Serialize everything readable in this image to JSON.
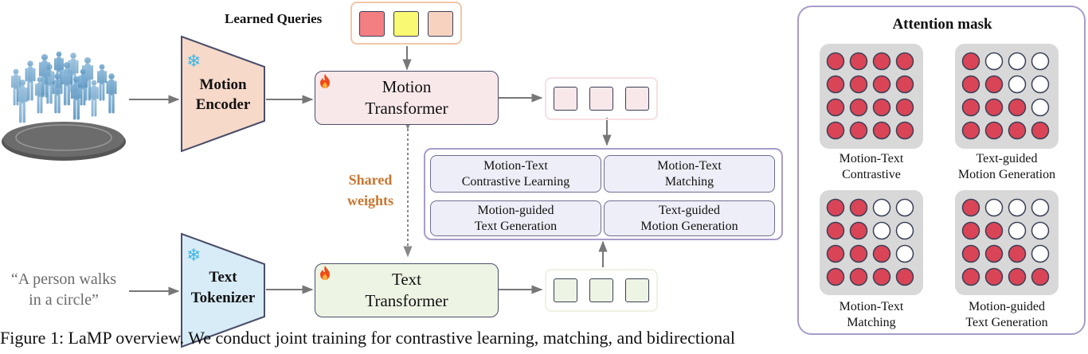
{
  "inputs": {
    "text_prompt": "“A person walks\nin a circle”"
  },
  "queries": {
    "label": "Learned Queries",
    "colors": [
      "#f47f83",
      "#f9f974",
      "#f7d3bf"
    ]
  },
  "encoders": {
    "motion": {
      "label": "Motion\nEncoder",
      "fill": "#f7d9c9",
      "icon": "snowflake-icon"
    },
    "text": {
      "label": "Text\nTokenizer",
      "fill": "#d8ecf8",
      "icon": "snowflake-icon"
    }
  },
  "transformers": {
    "motion": {
      "label": "Motion\nTransformer",
      "fill": "#f8e8ea",
      "border": "#4a4f6a",
      "icon": "flame-icon"
    },
    "text": {
      "label": "Text\nTransformer",
      "fill": "#eef4e4",
      "border": "#4a4f6a",
      "icon": "flame-icon"
    }
  },
  "shared": {
    "label": "Shared\nweights",
    "color": "#c8752f"
  },
  "tasks": [
    "Motion-Text\nContrastive Learning",
    "Motion-Text\nMatching",
    "Motion-guided\nText Generation",
    "Text-guided\nMotion Generation"
  ],
  "attention": {
    "title": "Attention mask",
    "dot_color": "#d94557",
    "masks": [
      {
        "label": "Motion-Text\nContrastive",
        "type": "full"
      },
      {
        "label": "Text-guided\nMotion Generation",
        "type": "causal"
      },
      {
        "label": "Motion-Text\nMatching",
        "type": "block"
      },
      {
        "label": "Motion-guided\nText Generation",
        "type": "causal_strict"
      }
    ]
  },
  "caption": "Figure 1: LaMP overview. We conduct joint training for contrastive learning, matching, and bidirectional"
}
